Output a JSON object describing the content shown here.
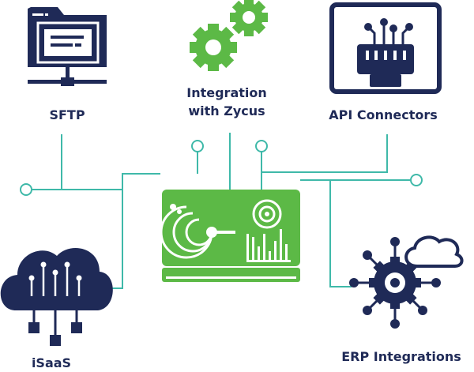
{
  "nodes": {
    "sftp": {
      "label": "SFTP",
      "icon": "folder-network-icon"
    },
    "integration": {
      "line1": "Integration",
      "line2": "with Zycus",
      "icon": "gears-icon"
    },
    "api": {
      "label": "API Connectors",
      "icon": "monitor-connector-icon"
    },
    "isaas": {
      "label": "iSaaS",
      "icon": "cloud-network-icon"
    },
    "erp": {
      "label": "ERP Integrations",
      "icon": "gear-cloud-icon"
    },
    "hub": {
      "icon": "dashboard-monitor-icon"
    }
  },
  "colors": {
    "navy": "#1f2a57",
    "green": "#5cb946",
    "teal": "#3fb9a9"
  }
}
